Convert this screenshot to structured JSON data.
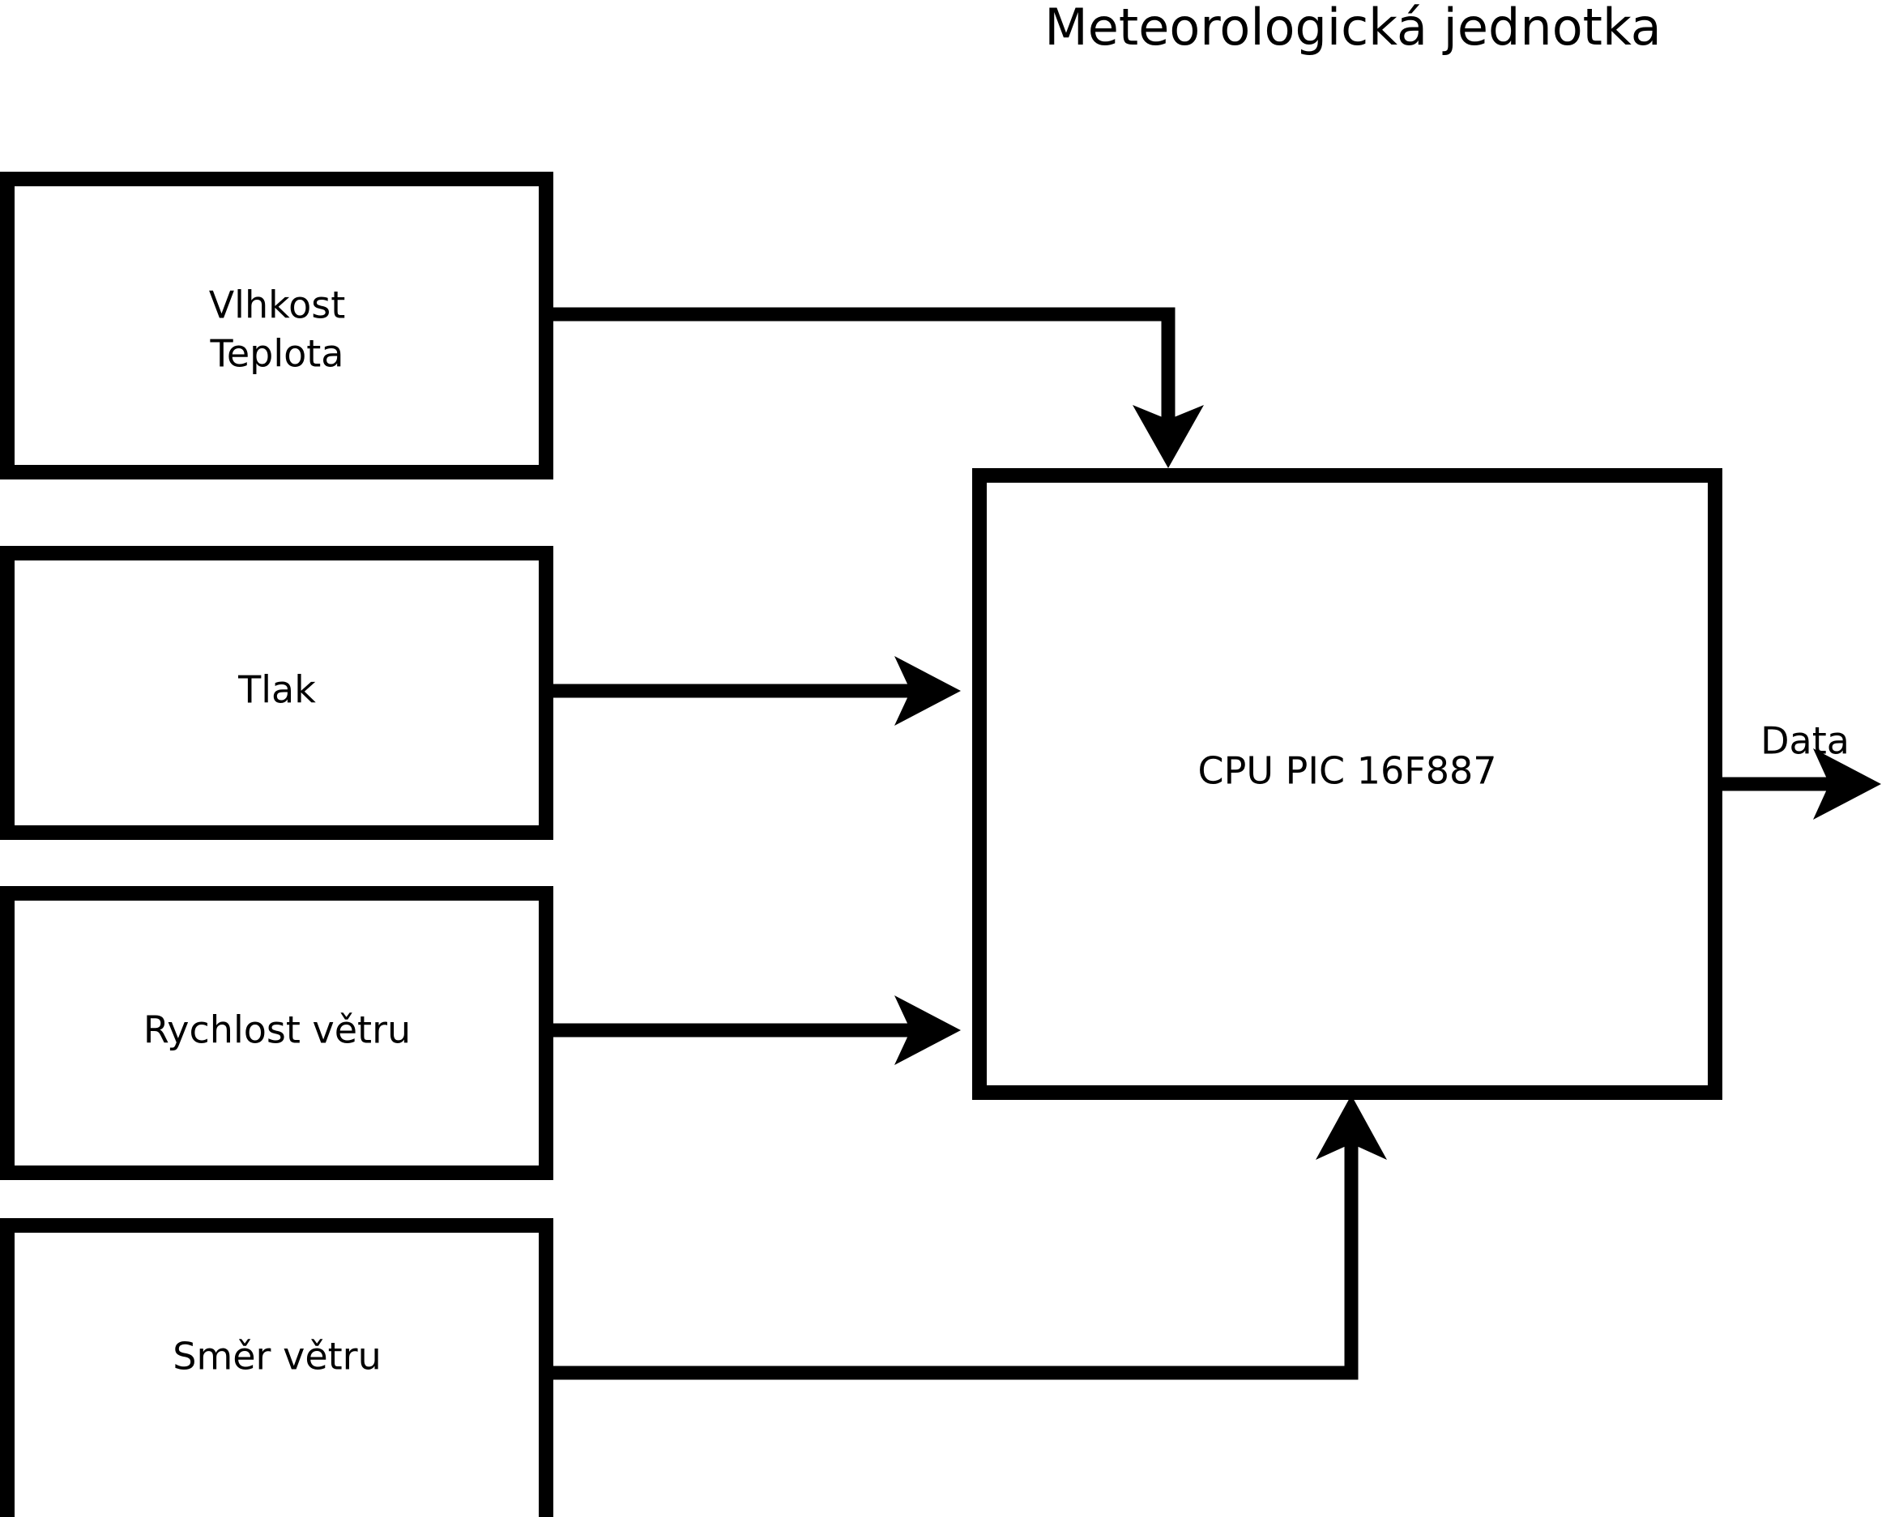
{
  "diagram": {
    "title": "Meteorologická jednotka",
    "type": "block-diagram",
    "background_color": "#ffffff",
    "stroke_color": "#000000",
    "blocks": [
      {
        "id": "humidity-temperature",
        "lines": [
          "Vlhkost",
          "Teplota"
        ],
        "line1": "Vlhkost",
        "line2": "Teplota"
      },
      {
        "id": "pressure",
        "lines": [
          "Tlak"
        ],
        "line1": "Tlak"
      },
      {
        "id": "wind-speed",
        "lines": [
          "Rychlost větru"
        ],
        "line1": "Rychlost větru"
      },
      {
        "id": "wind-direction",
        "lines": [
          "Směr větru"
        ],
        "line1": "Směr větru"
      },
      {
        "id": "cpu",
        "lines": [
          "CPU PIC 16F887"
        ],
        "line1": "CPU PIC 16F887"
      }
    ],
    "edges": [
      {
        "id": "humidity-to-cpu",
        "label": ""
      },
      {
        "id": "pressure-to-cpu",
        "label": ""
      },
      {
        "id": "windspeed-to-cpu",
        "label": ""
      },
      {
        "id": "winddirection-to-cpu",
        "label": ""
      },
      {
        "id": "cpu-to-data",
        "label": "Data"
      }
    ],
    "output_label": "Data"
  }
}
